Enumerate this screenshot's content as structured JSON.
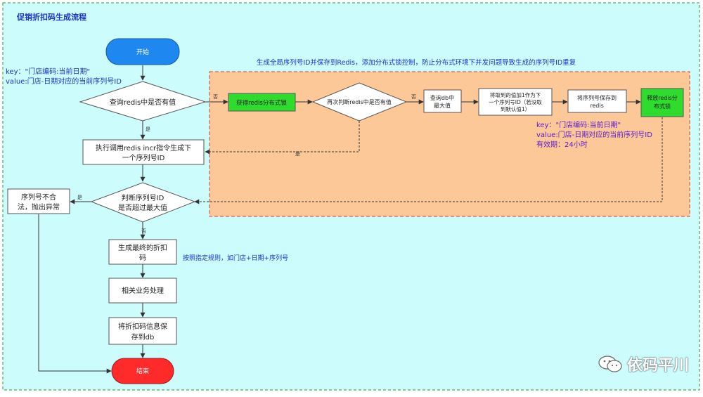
{
  "title": "促销折扣码生成流程",
  "colors": {
    "canvas_bg": "#ccfcfc",
    "region_bg": "#fcc898",
    "terminal_start": "#1f88f0",
    "terminal_end": "#ff2a2a",
    "highlight": "#2edc2e",
    "note_blue": "#1a32c8",
    "note_purple": "#5a1ad0",
    "border": "#555555"
  },
  "notes": {
    "key_top_1": "key：\"门店编码:当前日期\"",
    "key_top_2": "value:门店-日期对应的当前序列号ID",
    "region_header": "生成全局序列号ID并保存到Redis，添加分布式锁控制，防止分布式环境下并发问题导致生成的序列号ID重复",
    "key_right_1": "key：\"门店编码:当前日期\"",
    "key_right_2": "value:门店-日期对应的当前序列号ID",
    "key_right_3": "有效期：24小时",
    "rule": "按照指定规则，如门店+日期+序列号"
  },
  "nodes": {
    "start": "开始",
    "query_redis": "查询redis中是否有值",
    "incr_1": "执行调用redis incr指令生成下",
    "incr_2": "一个序列号ID",
    "check_max_1": "判断序列号ID",
    "check_max_2": "是否超过最大值",
    "illegal_1": "序列号不合",
    "illegal_2": "法，抛出异常",
    "gen_final_1": "生成最终的折扣",
    "gen_final_2": "码",
    "biz": "相关业务处理",
    "save_db_1": "将折扣码信息保",
    "save_db_2": "存到db",
    "end": "结束",
    "get_lock": "获得redis分布式锁",
    "recheck": "再次判断redis中是否有值",
    "query_db_1": "查询db中",
    "query_db_2": "最大值",
    "plus_one_1": "将取到的值加1作为下",
    "plus_one_2": "一个序列号ID（若没取",
    "plus_one_3": "到默认值1）",
    "save_redis_1": "将序列号保存到",
    "save_redis_2": "redis",
    "release_1": "释放redis分",
    "release_2": "布式锁"
  },
  "edge_labels": {
    "no_1": "否",
    "yes_1": "是",
    "no_2": "否",
    "yes_2": "是",
    "yes_3": "是",
    "no_3": "否"
  },
  "watermark": {
    "text": "依码平川",
    "icon": "wechat-icon"
  }
}
